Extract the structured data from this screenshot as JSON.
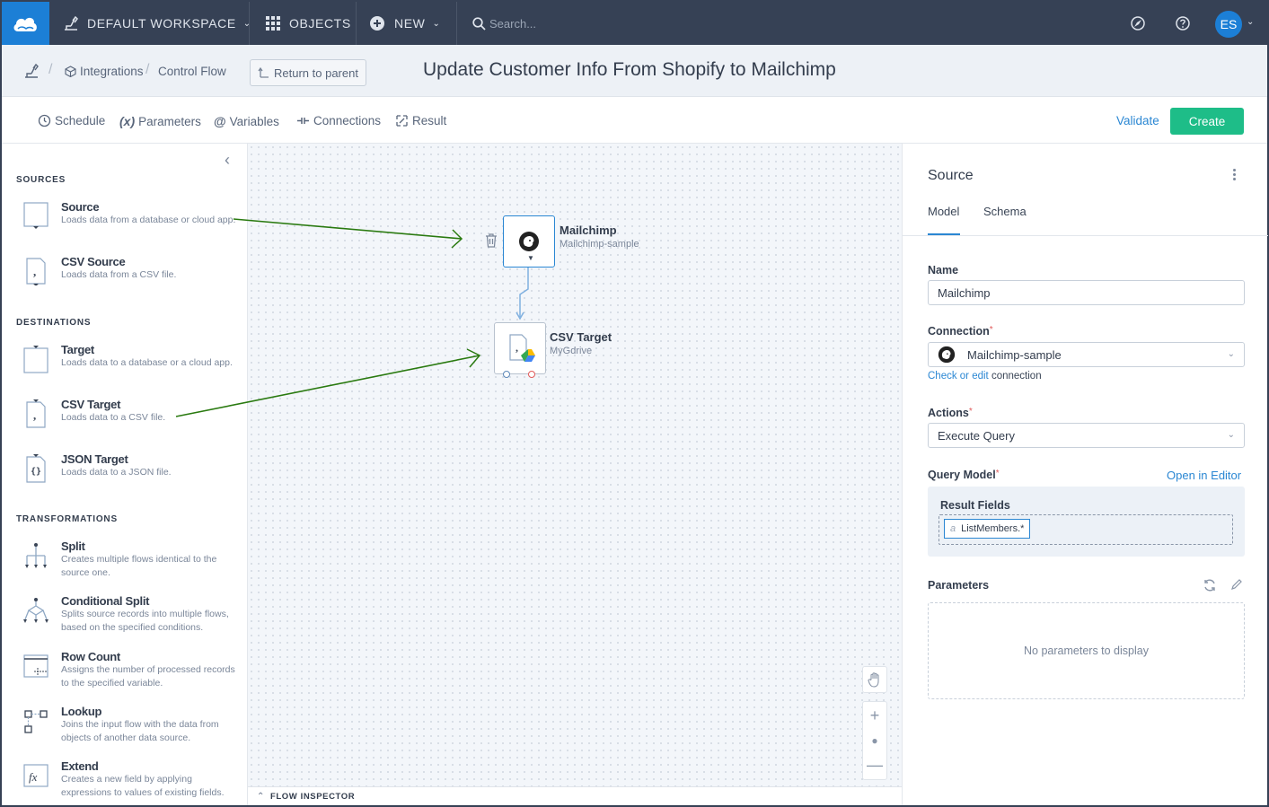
{
  "topbar": {
    "workspace": "DEFAULT WORKSPACE",
    "objects": "OBJECTS",
    "new": "NEW",
    "search_placeholder": "Search...",
    "avatar_initials": "ES",
    "brand_color": "#1c7fd6",
    "bar_color": "#364155"
  },
  "breadcrumb": {
    "items": [
      "Integrations",
      "Control Flow"
    ],
    "return_label": "Return to parent"
  },
  "page_title": "Update Customer Info From Shopify to Mailchimp",
  "toolbar": {
    "items": [
      {
        "icon": "clock-icon",
        "label": "Schedule"
      },
      {
        "icon": "parameters-icon",
        "label": "Parameters"
      },
      {
        "icon": "at-icon",
        "label": "Variables"
      },
      {
        "icon": "connections-icon",
        "label": "Connections"
      },
      {
        "icon": "result-icon",
        "label": "Result"
      }
    ],
    "validate": "Validate",
    "create": "Create",
    "create_color": "#1ebd88"
  },
  "components": {
    "sources_title": "SOURCES",
    "sources": [
      {
        "title": "Source",
        "desc": "Loads data from a database or cloud app."
      },
      {
        "title": "CSV Source",
        "desc": "Loads data from a CSV file."
      }
    ],
    "destinations_title": "DESTINATIONS",
    "destinations": [
      {
        "title": "Target",
        "desc": "Loads data to a database or a cloud app."
      },
      {
        "title": "CSV Target",
        "desc": "Loads data to a CSV file."
      },
      {
        "title": "JSON Target",
        "desc": "Loads data to a JSON file."
      }
    ],
    "transformations_title": "TRANSFORMATIONS",
    "transformations": [
      {
        "title": "Split",
        "desc": "Creates multiple flows identical to the source one."
      },
      {
        "title": "Conditional Split",
        "desc": "Splits source records into multiple flows, based on the specified conditions."
      },
      {
        "title": "Row Count",
        "desc": "Assigns the number of processed records to the specified variable."
      },
      {
        "title": "Lookup",
        "desc": "Joins the input flow with the data from objects of another data source."
      },
      {
        "title": "Extend",
        "desc": "Creates a new field by applying expressions to values of existing fields."
      }
    ]
  },
  "canvas": {
    "node1": {
      "title": "Mailchimp",
      "subtitle": "Mailchimp-sample"
    },
    "node2": {
      "title": "CSV Target",
      "subtitle": "MyGdrive"
    },
    "inspector_label": "FLOW INSPECTOR"
  },
  "inspector": {
    "title": "Source",
    "tabs": [
      "Model",
      "Schema"
    ],
    "active_tab": "Model",
    "name_label": "Name",
    "name_value": "Mailchimp",
    "connection_label": "Connection",
    "connection_value": "Mailchimp-sample",
    "check_edit_link": "Check or edit",
    "check_edit_suffix": "connection",
    "actions_label": "Actions",
    "actions_value": "Execute Query",
    "query_model_label": "Query Model",
    "open_in_editor": "Open in Editor",
    "result_fields_label": "Result Fields",
    "result_field_chip": "ListMembers.*",
    "parameters_label": "Parameters",
    "no_parameters": "No parameters to display"
  }
}
